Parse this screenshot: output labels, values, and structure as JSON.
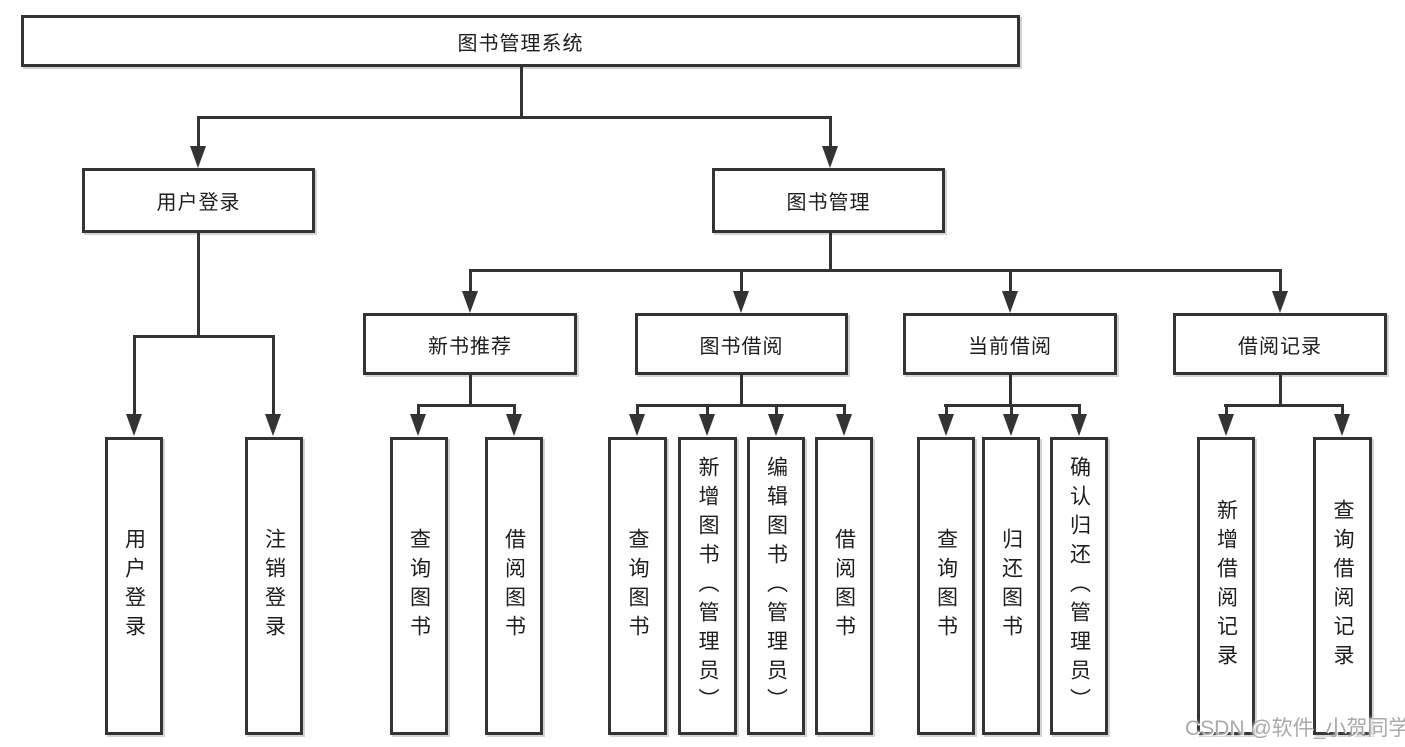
{
  "diagram_title": "图书管理系统",
  "colors": {
    "line": "#333333",
    "text": "#1d1d1d",
    "watermark": "#a9a9a9",
    "background": "#ffffff"
  },
  "watermark": {
    "text": "CSDN @软件_小贺同学"
  },
  "tree": {
    "label": "图书管理系统",
    "children": [
      {
        "label": "用户登录",
        "children": [
          {
            "label": "用户登录"
          },
          {
            "label": "注销登录"
          }
        ]
      },
      {
        "label": "图书管理",
        "children": [
          {
            "label": "新书推荐",
            "children": [
              {
                "label": "查询图书"
              },
              {
                "label": "借阅图书"
              }
            ]
          },
          {
            "label": "图书借阅",
            "children": [
              {
                "label": "查询图书"
              },
              {
                "label": "新增图书（管理员）"
              },
              {
                "label": "编辑图书（管理员）"
              },
              {
                "label": "借阅图书"
              }
            ]
          },
          {
            "label": "当前借阅",
            "children": [
              {
                "label": "查询图书"
              },
              {
                "label": "归还图书"
              },
              {
                "label": "确认归还（管理员）"
              }
            ]
          },
          {
            "label": "借阅记录",
            "children": [
              {
                "label": "新增借阅记录"
              },
              {
                "label": "查询借阅记录"
              }
            ]
          }
        ]
      }
    ]
  }
}
